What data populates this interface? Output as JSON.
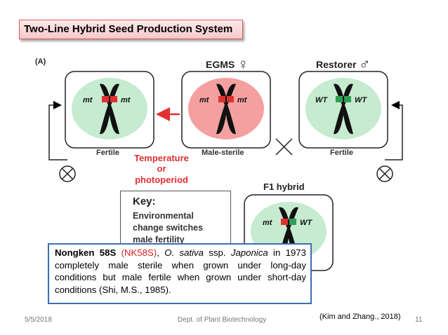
{
  "slide_title": "Two-Line Hybrid Seed Production System",
  "panel_label": "(A)",
  "egms_label": "EGMS",
  "restorer_label": "Restorer",
  "female_symbol": "♀",
  "male_symbol": "♂",
  "left_cell": {
    "left_allele": "mt",
    "right_allele": "mt",
    "caption": "Fertile"
  },
  "middle_cell": {
    "left_allele": "mt",
    "right_allele": "mt",
    "caption": "Male-sterile"
  },
  "right_cell": {
    "left_allele": "WT",
    "right_allele": "WT",
    "caption": "Fertile"
  },
  "f1_label": "F1 hybrid",
  "f1_cell": {
    "left_allele": "mt",
    "right_allele": "WT"
  },
  "condition_lines": [
    "Temperature",
    "or",
    "photoperiod"
  ],
  "key": {
    "title": "Key:",
    "lines": [
      "Environmental",
      "change switches",
      "male fertility"
    ]
  },
  "note": {
    "name": "Nongken 58S",
    "abbr": "(NK58S)",
    "species": "O. sativa",
    "ssp_text": "ssp.",
    "subspecies": "Japonica",
    "text1": "in 1973 completely male sterile when grown under long-day conditions but male fertile when grown under short-day conditions (Shi, M.S., 1985)."
  },
  "footer": {
    "date": "5/5/2018",
    "department": "Dept. of Plant Biotechnology",
    "citation": "(Kim and Zhang., 2018)",
    "page": "11"
  },
  "colors": {
    "green_cell": "#c6ebd0",
    "pink_cell": "#f5a0a0",
    "red": "#e03030",
    "green_band": "#2e9e4f",
    "note_border": "#3b6db3"
  }
}
